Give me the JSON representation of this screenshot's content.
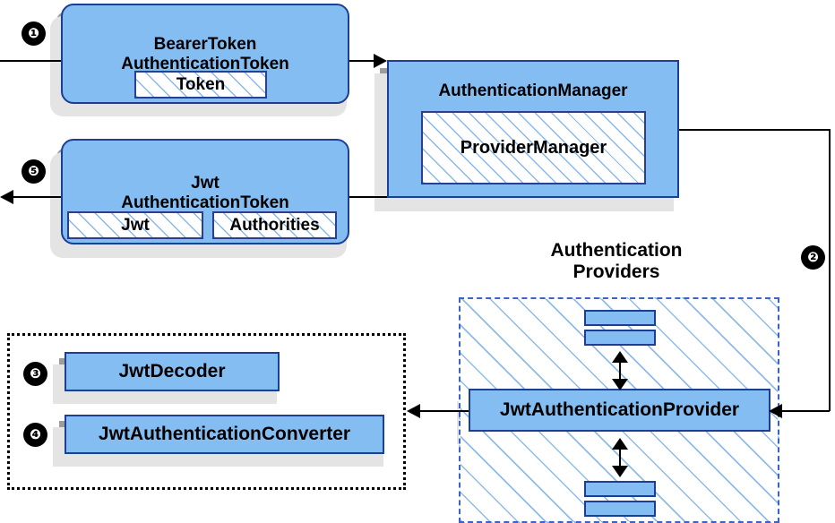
{
  "diagram": {
    "title": "Spring Security JWT Bearer Token Authentication Flow",
    "accent_blue": "#84bdf2",
    "border_blue": "#1b3f94",
    "hatch_blue": "#82b4eb",
    "dashed_blue": "#3a63c8",
    "line_color": "#000000"
  },
  "nodes": {
    "bearer_token": {
      "label_line1": "BearerToken",
      "label_line2": "AuthenticationToken",
      "chip_token": "Token"
    },
    "jwt_token": {
      "label_line1": "Jwt",
      "label_line2": "AuthenticationToken",
      "chip_jwt": "Jwt",
      "chip_authorities": "Authorities"
    },
    "authentication_manager": {
      "label": "AuthenticationManager",
      "chip_provider_manager": "ProviderManager"
    },
    "providers_region": {
      "caption_line1": "Authentication",
      "caption_line2": "Providers",
      "provider": "JwtAuthenticationProvider"
    },
    "support_region": {
      "jwt_decoder": "JwtDecoder",
      "jwt_authentication_converter": "JwtAuthenticationConverter"
    }
  },
  "badges": {
    "step1": "❶",
    "step2": "❷",
    "step3": "❸",
    "step4": "❹",
    "step5": "❺"
  }
}
